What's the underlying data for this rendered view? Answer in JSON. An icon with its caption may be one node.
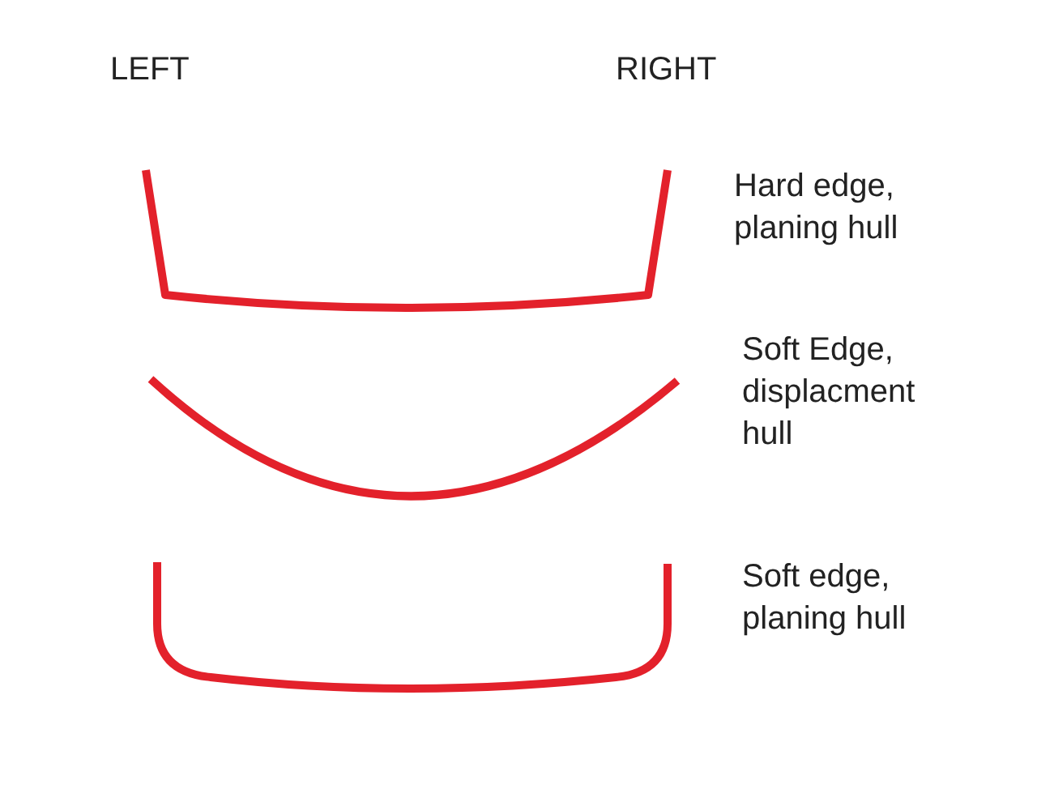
{
  "diagram": {
    "labels": [
      "LEFT",
      "RIGHT",
      "Hard edge, planing hull",
      "Soft Edge, displacment hull",
      "Soft edge, planing hull"
    ]
  }
}
